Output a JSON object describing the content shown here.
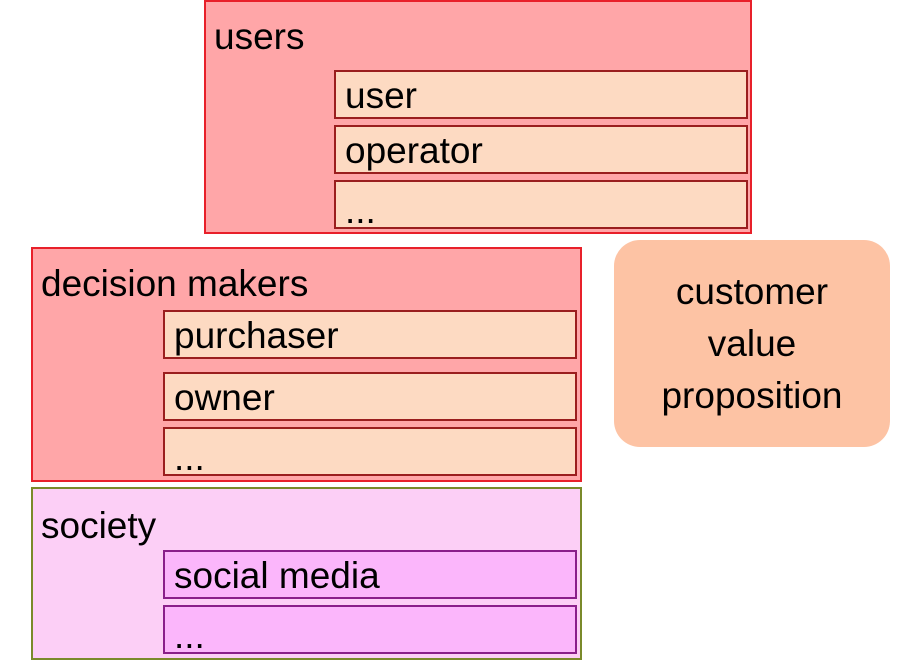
{
  "groups": [
    {
      "title": "users",
      "items": [
        "user",
        "operator",
        "..."
      ]
    },
    {
      "title": "decision makers",
      "items": [
        "purchaser",
        "owner",
        "..."
      ]
    },
    {
      "title": "society",
      "items": [
        "social media",
        "..."
      ]
    }
  ],
  "proposition": {
    "lines": [
      "customer",
      "value",
      "proposition"
    ]
  },
  "colors": {
    "stakeholder_fill": "#ffa6a8",
    "stakeholder_border": "#e8202a",
    "item_fill": "#fddac2",
    "society_fill": "#fccff6",
    "society_item_fill": "#fbb6fb",
    "proposition_fill": "#fdc3a4"
  }
}
